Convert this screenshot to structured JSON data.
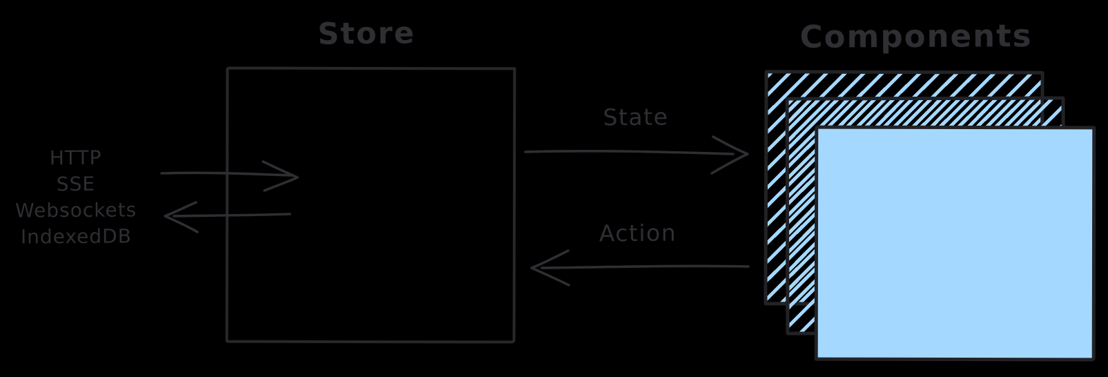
{
  "diagram": {
    "background_color": "#000000",
    "stroke_color": "#2e2e33",
    "accent_color": "#a5d8ff",
    "store": {
      "title": "Store"
    },
    "components": {
      "title": "Components"
    },
    "channels": {
      "items": [
        "HTTP",
        "SSE",
        "Websockets",
        "IndexedDB"
      ]
    },
    "flows": {
      "state": "State",
      "action": "Action"
    }
  }
}
